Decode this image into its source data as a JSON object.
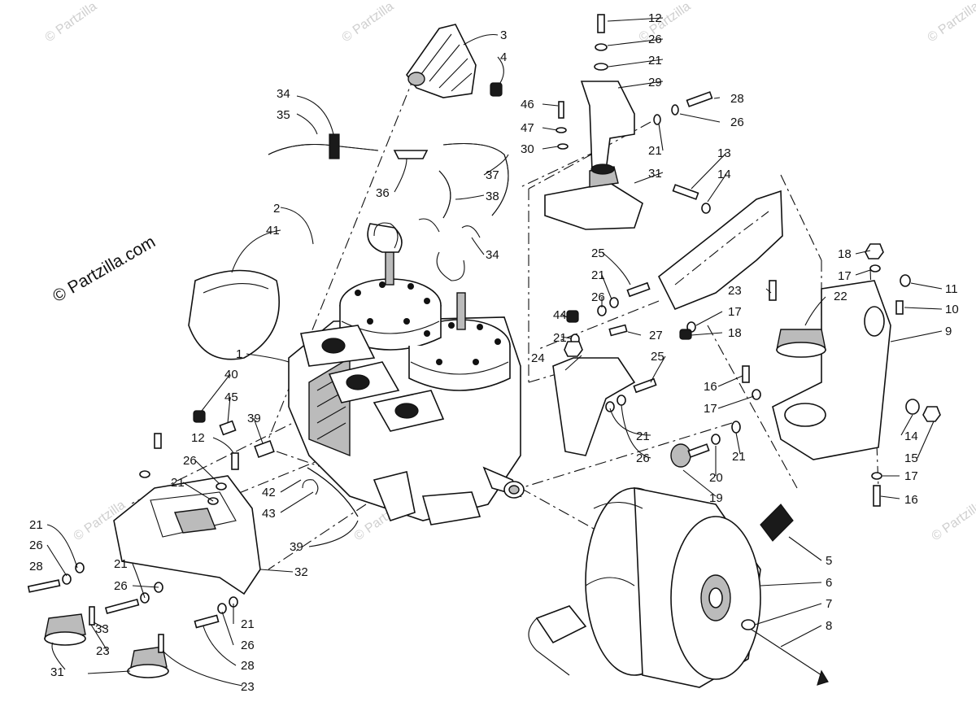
{
  "credit": "© Partzilla.com",
  "watermark": "© Partzilla",
  "callouts": [
    "1",
    "2",
    "3",
    "4",
    "5",
    "6",
    "7",
    "8",
    "9",
    "10",
    "11",
    "12",
    "13",
    "14",
    "15",
    "16",
    "17",
    "18",
    "19",
    "20",
    "21",
    "22",
    "23",
    "24",
    "25",
    "26",
    "27",
    "28",
    "29",
    "30",
    "31",
    "32",
    "33",
    "34",
    "35",
    "36",
    "37",
    "38",
    "39",
    "40",
    "41",
    "42",
    "43",
    "44",
    "45",
    "46",
    "47"
  ]
}
